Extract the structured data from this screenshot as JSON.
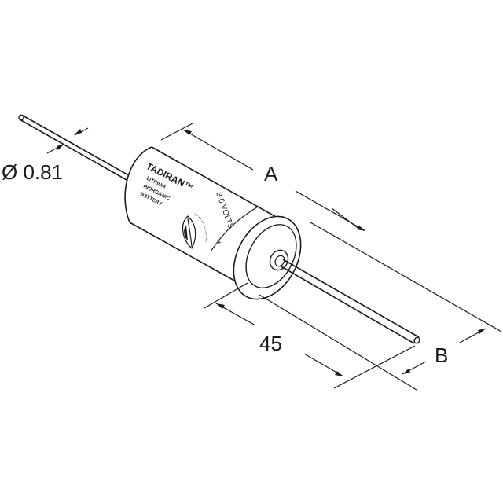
{
  "dimensions": {
    "lead_diameter": "Ø 0.81",
    "body_length": "A",
    "lead_length": "45",
    "body_diameter": "B"
  },
  "label": {
    "brand": "TADIRAN™",
    "line1": "LITHIUM",
    "line2": "INORGANIC",
    "line3": "BATTERY",
    "voltage": "3.6 VOLTS",
    "polarity": "+"
  },
  "colors": {
    "ink": "#1a1a1a",
    "background": "#ffffff"
  }
}
